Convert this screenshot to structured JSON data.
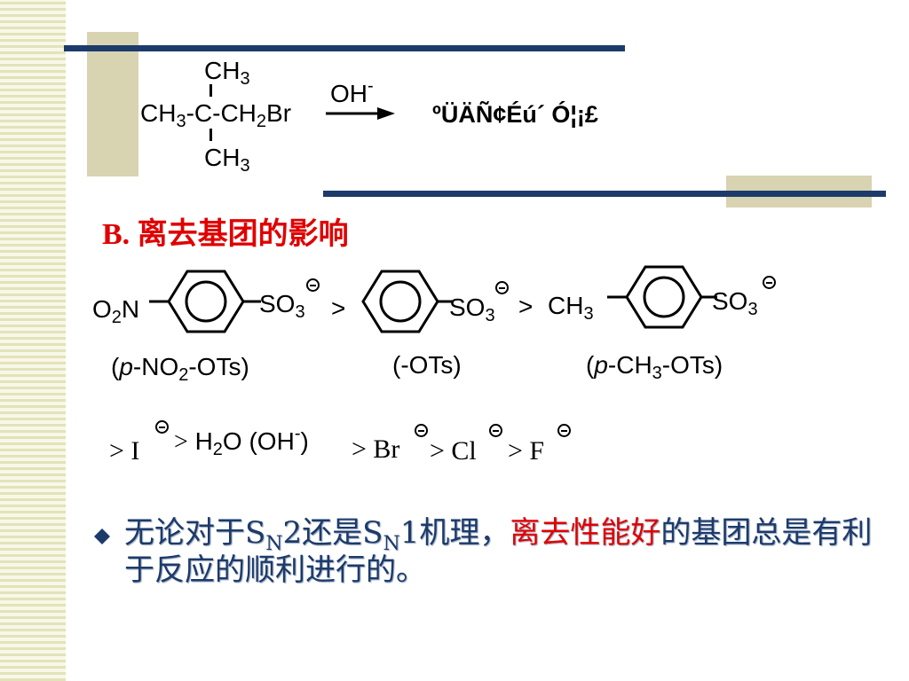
{
  "reaction": {
    "top_ch3": "CH3",
    "main_left": "CH3-C-CH2Br",
    "bottom_ch3": "CH3",
    "reagent": "OH",
    "reagent_charge": "-",
    "product_text": "ºÜÄÑ¢Éú´ Ó¦¡£"
  },
  "heading": "B. 离去基团的影响",
  "tosylates": [
    {
      "substituent": "O2N",
      "group": "SO3",
      "label": "(p-NO2-OTs)"
    },
    {
      "substituent": "",
      "group": "SO3",
      "label": "(-OTs)"
    },
    {
      "substituent": "CH3",
      "group": "SO3",
      "label": "(p-CH3-OTs)"
    }
  ],
  "comparison_sign": ">",
  "order_row": {
    "items": [
      "I",
      "H2O (OH-)",
      "Br",
      "Cl",
      "F"
    ]
  },
  "bullet": {
    "part1": "无论对于S",
    "sub1": "N",
    "part2": "2还是S",
    "sub2": "N",
    "part3": "1机理，",
    "highlight": "离去性能好",
    "part4": "的基团总是有利于反应的顺利进行的。"
  },
  "colors": {
    "navy": "#1c3b6b",
    "red": "#e00000",
    "beige": "#d8d3b0"
  }
}
